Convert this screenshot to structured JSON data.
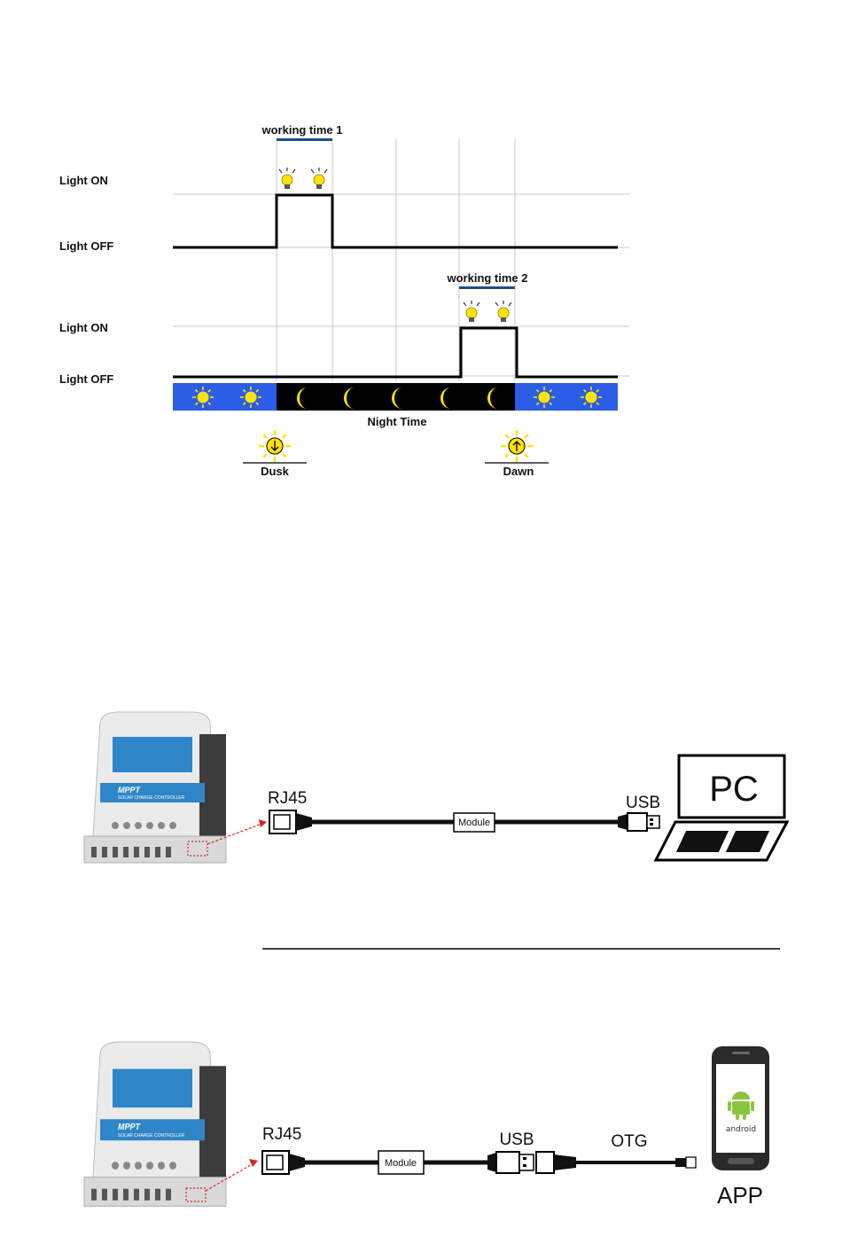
{
  "timing_diagram": {
    "working_time_1": "working time 1",
    "working_time_2": "working time 2",
    "top_light_on": "Light ON",
    "top_light_off": "Light OFF",
    "bottom_light_on": "Light ON",
    "bottom_light_off": "Light OFF",
    "night_time": "Night Time",
    "dusk": "Dusk",
    "dawn": "Dawn",
    "colors": {
      "day": "#2b5de6",
      "night": "#000000",
      "sun": "#ffe400",
      "moon": "#ffe400",
      "bar": "#1c4f8c"
    }
  },
  "pc_connection": {
    "rj45": "RJ45",
    "module": "Module",
    "usb": "USB",
    "pc": "PC",
    "controller_title": "MPPT",
    "controller_subtitle": "SOLAR CHARGE CONTROLLER"
  },
  "app_connection": {
    "rj45": "RJ45",
    "module": "Module",
    "usb": "USB",
    "otg": "OTG",
    "android": "android",
    "app": "APP",
    "controller_title": "MPPT",
    "controller_subtitle": "SOLAR CHARGE CONTROLLER"
  }
}
